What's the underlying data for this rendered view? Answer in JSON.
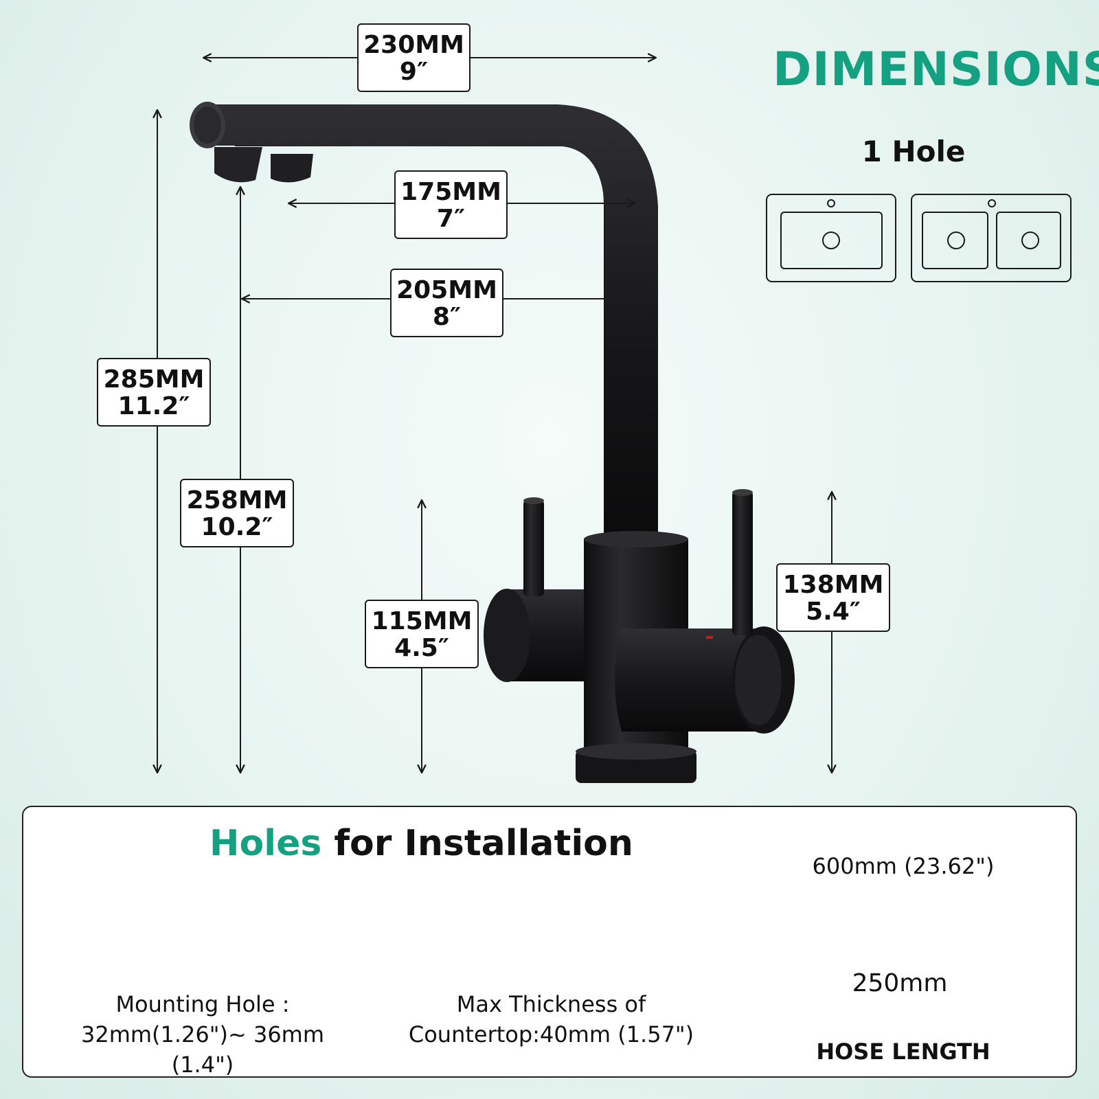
{
  "header": {
    "title": "DIMENSIONS"
  },
  "sink": {
    "label": "1 Hole"
  },
  "dimensions": {
    "top_width": {
      "mm": "230MM",
      "in": "9″"
    },
    "spout_reach": {
      "mm": "175MM",
      "in": "7″"
    },
    "reach": {
      "mm": "205MM",
      "in": "8″"
    },
    "total_height": {
      "mm": "285MM",
      "in": "11.2″"
    },
    "spout_height": {
      "mm": "258MM",
      "in": "10.2″"
    },
    "lever_height": {
      "mm": "115MM",
      "in": "4.5″"
    },
    "body_height": {
      "mm": "138MM",
      "in": "5.4″"
    }
  },
  "installation": {
    "title_accent": "Holes",
    "title_rest": " for Installation",
    "mounting_hole_line1": "Mounting Hole :",
    "mounting_hole_line2": "32mm(1.26\")~ 36mm (1.4\")",
    "thickness_line1": "Max Thickness of",
    "thickness_line2": "Countertop:40mm (1.57\")",
    "hose_long": "600mm (23.62\")",
    "hose_short": "250mm",
    "hose_caption": "HOSE LENGTH"
  },
  "colors": {
    "accent": "#13a182",
    "faucet": "#1c1c1e",
    "ink": "#1a1a1a"
  }
}
